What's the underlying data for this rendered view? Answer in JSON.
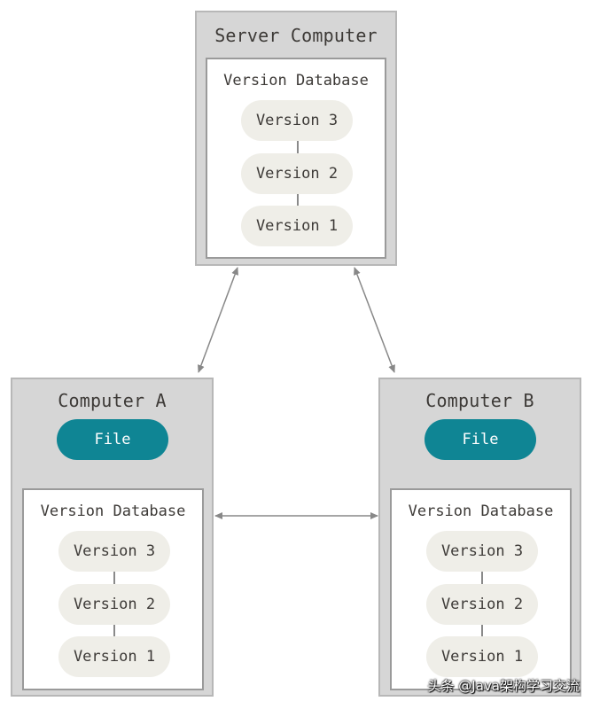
{
  "server": {
    "title": "Server Computer",
    "database": {
      "title": "Version Database",
      "versions": [
        "Version 3",
        "Version 2",
        "Version 1"
      ]
    }
  },
  "computer_a": {
    "title": "Computer A",
    "file_label": "File",
    "database": {
      "title": "Version Database",
      "versions": [
        "Version 3",
        "Version 2",
        "Version 1"
      ]
    }
  },
  "computer_b": {
    "title": "Computer B",
    "file_label": "File",
    "database": {
      "title": "Version Database",
      "versions": [
        "Version 3",
        "Version 2",
        "Version 1"
      ]
    }
  },
  "watermark": "头条 @Java架构学习交流",
  "colors": {
    "computer_bg": "#d6d6d6",
    "file_pill": "#0f8594",
    "version_pill": "#efeee8",
    "arrow": "#888888"
  }
}
